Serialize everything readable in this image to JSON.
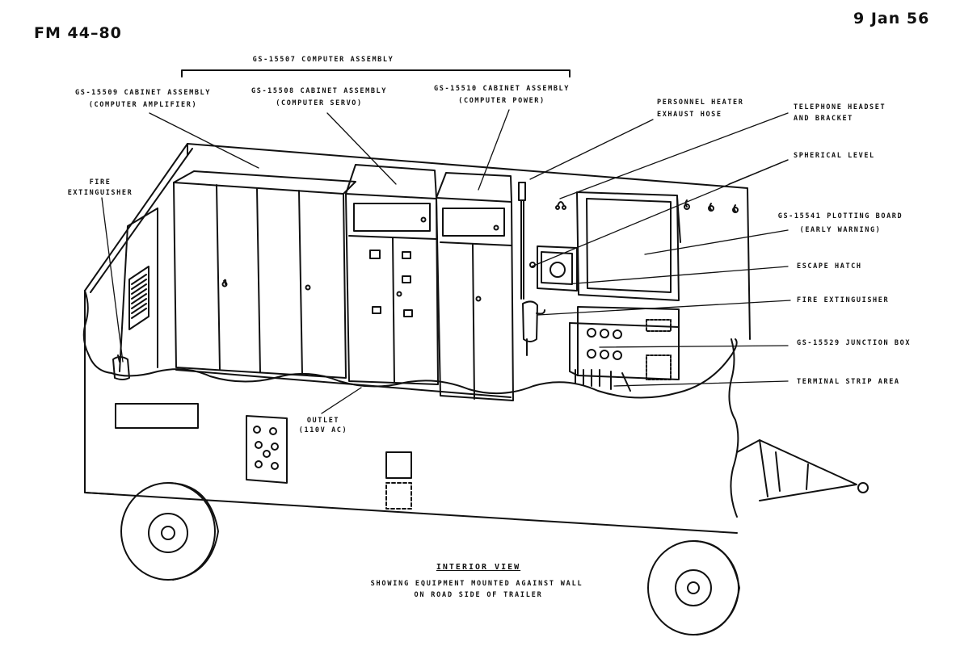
{
  "header": {
    "manual": "FM 44–80",
    "date": "9 Jan 56"
  },
  "labels": {
    "computer_assembly": "GS-15507 COMPUTER ASSEMBLY",
    "amp_cabinet_1": "GS-15509 CABINET ASSEMBLY",
    "amp_cabinet_2": "(COMPUTER AMPLIFIER)",
    "servo_cabinet_1": "GS-15508 CABINET ASSEMBLY",
    "servo_cabinet_2": "(COMPUTER SERVO)",
    "power_cabinet_1": "GS-15510 CABINET ASSEMBLY",
    "power_cabinet_2": "(COMPUTER POWER)",
    "heater_hose_1": "PERSONNEL HEATER",
    "heater_hose_2": "EXHAUST HOSE",
    "telephone_1": "TELEPHONE HEADSET",
    "telephone_2": "AND BRACKET",
    "spherical_level": "SPHERICAL LEVEL",
    "plotting_board_1": "GS-15541 PLOTTING BOARD",
    "plotting_board_2": "(EARLY WARNING)",
    "escape_hatch": "ESCAPE HATCH",
    "fire_ext_right": "FIRE EXTINGUISHER",
    "junction_box": "GS-15529 JUNCTION BOX",
    "terminal_strip": "TERMINAL STRIP AREA",
    "fire_ext_left_1": "FIRE",
    "fire_ext_left_2": "EXTINGUISHER",
    "outlet_1": "OUTLET",
    "outlet_2": "(110V AC)"
  },
  "caption": {
    "title": "INTERIOR VIEW",
    "line1": "SHOWING EQUIPMENT MOUNTED AGAINST WALL",
    "line2": "ON ROAD SIDE OF TRAILER"
  }
}
